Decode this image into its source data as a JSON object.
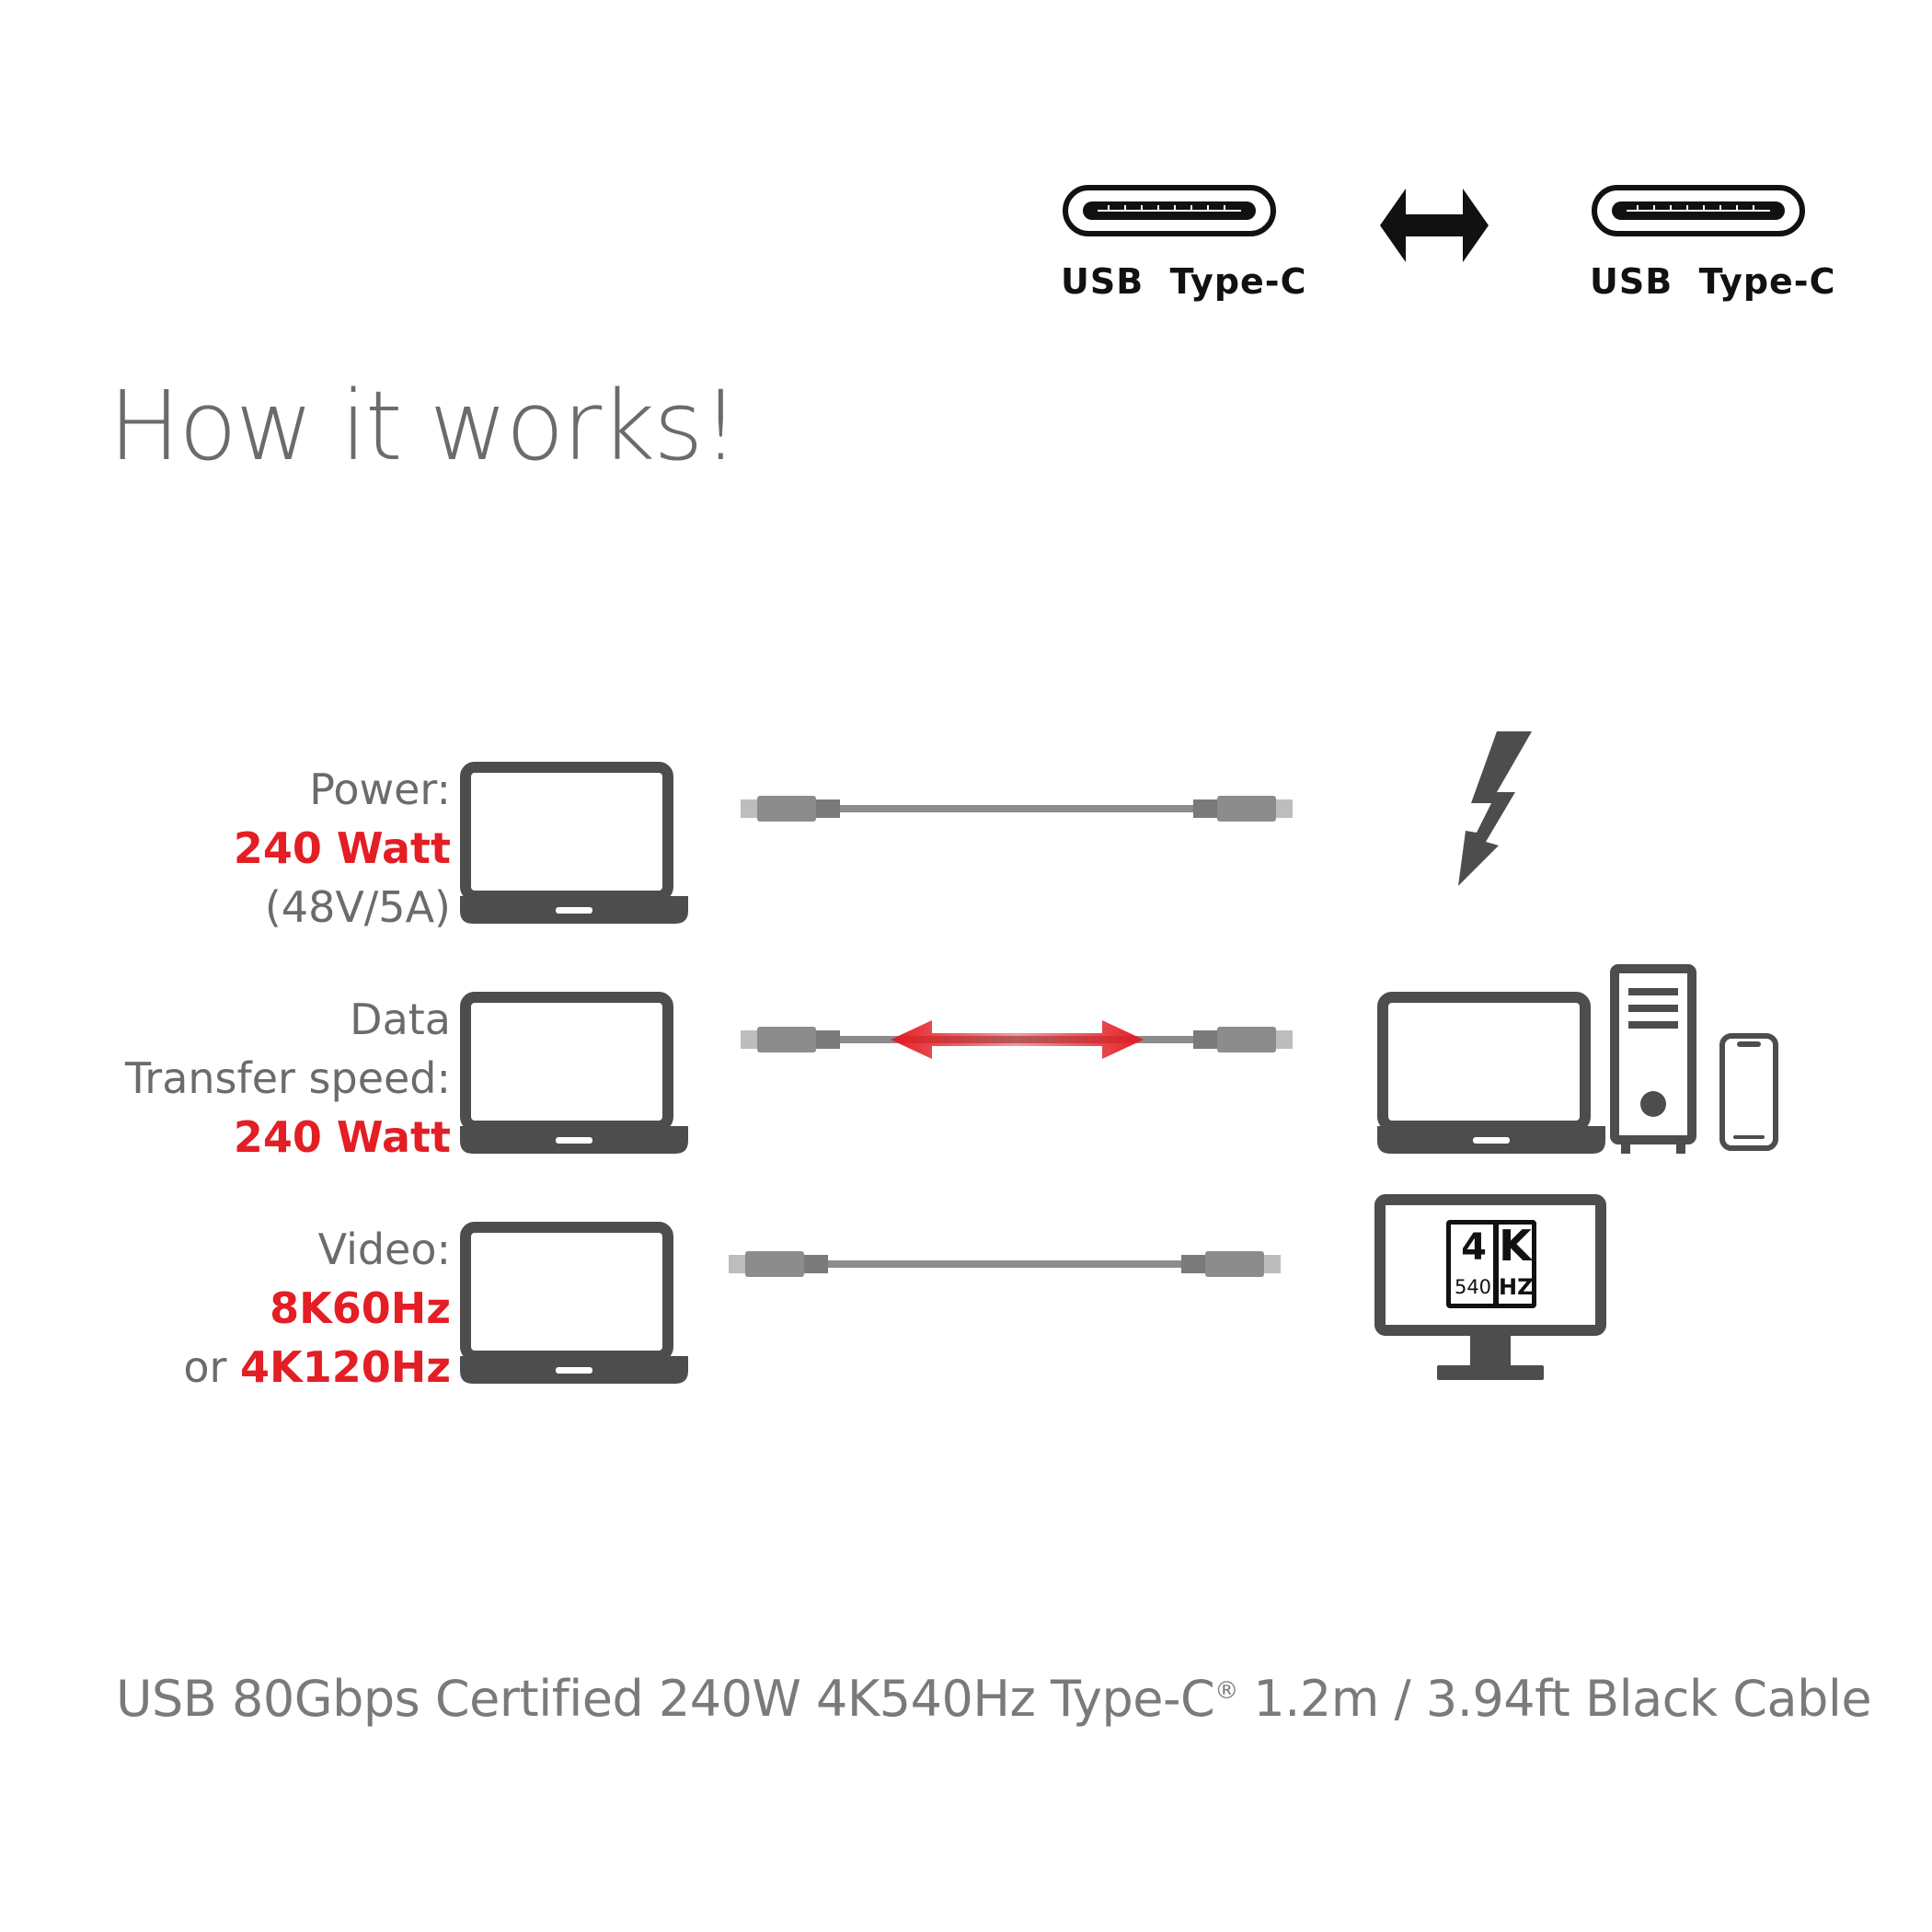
{
  "header": {
    "left_connector_label": "USB  Type-C",
    "right_connector_label": "USB  Type-C"
  },
  "title": "How it works!",
  "rows": [
    {
      "key": "power",
      "lines": [
        {
          "parts": [
            {
              "text": "Power:",
              "highlight": false
            }
          ]
        },
        {
          "parts": [
            {
              "text": "240 Watt",
              "highlight": true
            }
          ]
        },
        {
          "parts": [
            {
              "text": "(48V/5A)",
              "highlight": false
            }
          ]
        }
      ]
    },
    {
      "key": "data",
      "lines": [
        {
          "parts": [
            {
              "text": "Data",
              "highlight": false
            }
          ]
        },
        {
          "parts": [
            {
              "text": "Transfer speed:",
              "highlight": false
            }
          ]
        },
        {
          "parts": [
            {
              "text": "240 Watt",
              "highlight": true
            }
          ]
        }
      ]
    },
    {
      "key": "video",
      "lines": [
        {
          "parts": [
            {
              "text": "Video:",
              "highlight": false
            }
          ]
        },
        {
          "parts": [
            {
              "text": "8K60Hz",
              "highlight": true
            }
          ]
        },
        {
          "parts": [
            {
              "text": "or ",
              "highlight": false
            },
            {
              "text": "4K120Hz",
              "highlight": true
            }
          ]
        }
      ]
    }
  ],
  "badge": {
    "big_digit": "4",
    "big_letter": "K",
    "small_number": "540",
    "small_unit": "HZ"
  },
  "footer": {
    "main": "USB 80Gbps Certified 240W 4K540Hz Type-C",
    "reg": "®",
    "rest": " 1.2m / 3.94ft Black Cable"
  },
  "colors": {
    "accent_red": "#e31e24",
    "icon_gray": "#4d4d4d",
    "text_gray": "#6b6b6b",
    "cable_gray": "#8c8c8c",
    "connector_black": "#111111"
  },
  "icons": [
    "usb-c-port-icon",
    "double-arrow-icon",
    "laptop-icon",
    "cable-icon",
    "lightning-icon",
    "desktop-tower-icon",
    "smartphone-icon",
    "monitor-icon",
    "4k-badge-icon"
  ]
}
